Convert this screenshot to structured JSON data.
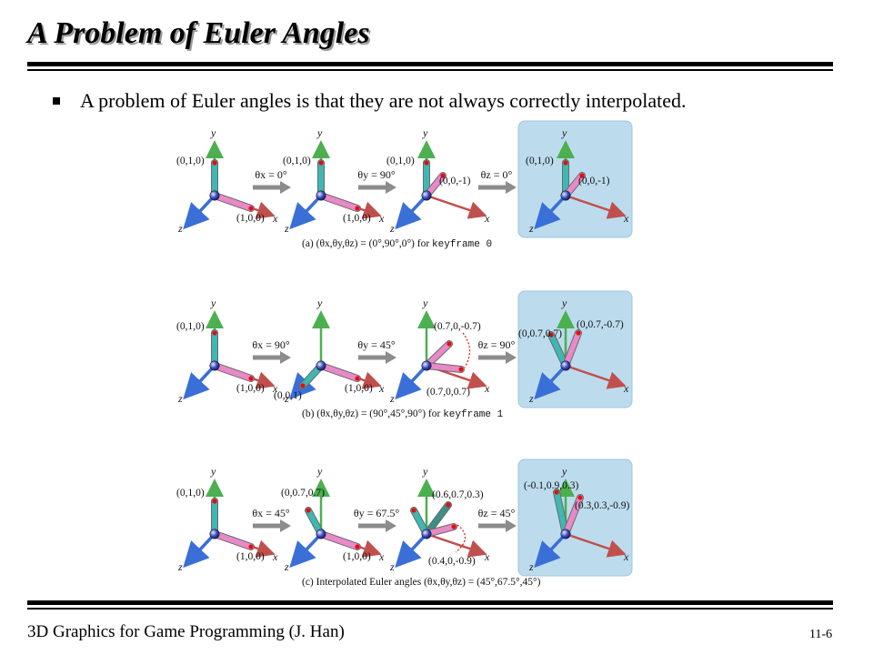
{
  "slide": {
    "title": "A Problem of Euler Angles",
    "bullet": "A problem of Euler angles is that they are not always correctly interpolated.",
    "footer_left": "3D Graphics for Game Programming (J. Han)",
    "footer_right": "11-6"
  },
  "colors": {
    "x_axis": "#c0504d",
    "y_axis": "#4caf50",
    "z_axis": "#3a6fd8",
    "rod_x": "#e889c8",
    "rod_y": "#3fb7b2",
    "rod_z": "#3fb7b2",
    "highlight_bg": "#bcdcee",
    "step_arrow": "#8c8c8c"
  },
  "figure": {
    "axis_labels": {
      "x": "x",
      "y": "y",
      "z": "z"
    },
    "rows": [
      {
        "caption_prefix": "(a) (θx,θy,θz) = (0°,90°,0°) for",
        "caption_code": "keyframe 0",
        "steps": [
          {
            "rotation": "θx = 0°",
            "labels": [
              "(0,1,0)",
              "(1,0,0)"
            ]
          },
          {
            "rotation": "θy = 90°",
            "labels": [
              "(0,1,0)",
              "(1,0,0)"
            ]
          },
          {
            "rotation": "θz = 0°",
            "labels": [
              "(0,1,0)",
              "(0,0,-1)"
            ]
          },
          {
            "labels": [
              "(0,1,0)",
              "(0,0,-1)"
            ]
          }
        ]
      },
      {
        "caption_prefix": "(b) (θx,θy,θz) = (90°,45°,90°) for",
        "caption_code": "keyframe 1",
        "steps": [
          {
            "rotation": "θx = 90°",
            "labels": [
              "(0,1,0)",
              "(1,0,0)"
            ]
          },
          {
            "rotation": "θy = 45°",
            "labels": [
              "(1,0,0)",
              "(0,0,1)"
            ]
          },
          {
            "rotation": "θz = 90°",
            "labels": [
              "(0.7,0,-0.7)",
              "(0.7,0,0.7)"
            ]
          },
          {
            "labels": [
              "(0,0.7,0.7)",
              "(0,0.7,-0.7)"
            ]
          }
        ]
      },
      {
        "caption_prefix": "(c) Interpolated Euler angles (θx,θy,θz) = (45°,67.5°,45°)",
        "caption_code": "",
        "steps": [
          {
            "rotation": "θx = 45°",
            "labels": [
              "(0,1,0)",
              "(1,0,0)"
            ]
          },
          {
            "rotation": "θy = 67.5°",
            "labels": [
              "(0,0.7,0.7)",
              "(1,0,0)"
            ]
          },
          {
            "rotation": "θz = 45°",
            "labels": [
              "(0.6,0.7,0.3)",
              "(0.4,0,-0.9)"
            ]
          },
          {
            "labels": [
              "(-0.1,0.9,0.3)",
              "(0.3,0.3,-0.9)"
            ]
          }
        ]
      }
    ]
  }
}
